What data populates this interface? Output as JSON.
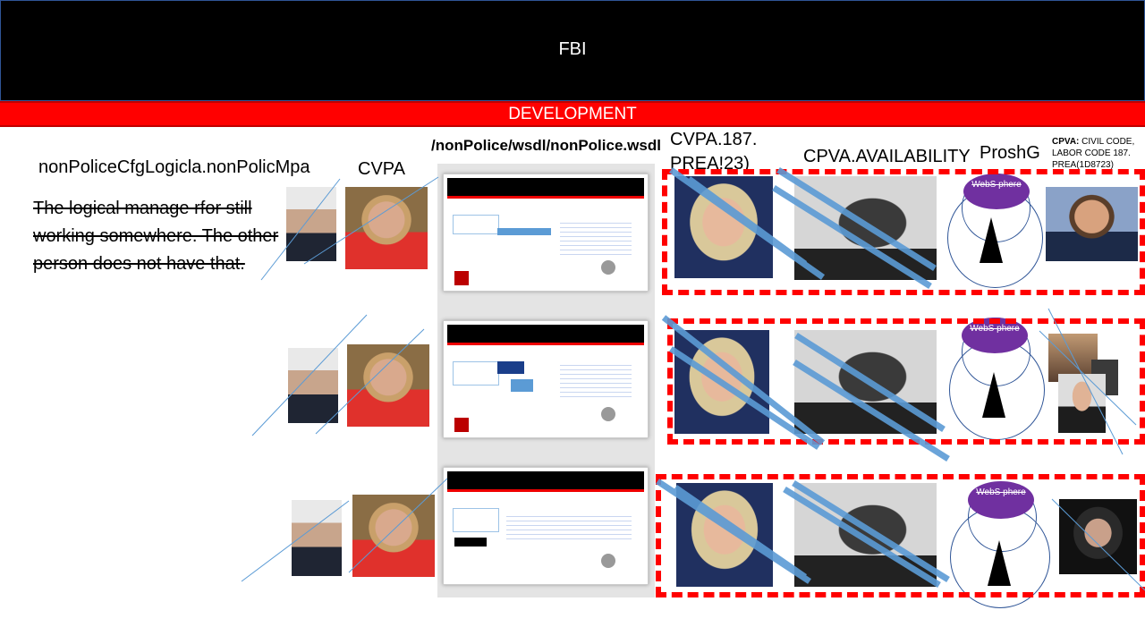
{
  "header": {
    "title": "FBI"
  },
  "subheader": {
    "title": "DEVELOPMENT"
  },
  "labels": {
    "config": "nonPoliceCfgLogicla.nonPolicMpa",
    "cvpa": "CVPA",
    "wsdl": "/nonPolice/wsdl/nonPolice.wsdl",
    "cvpa187_line1": "CVPA.187.",
    "cvpa187_line2": "PREA!23)",
    "availability": "CPVA.AVAILABILITY",
    "proshg": "ProshG",
    "cpva_bold": "CPVA:",
    "cpva_rest": " CIVIL CODE, LABOR CODE 187. PREA(1D8723)"
  },
  "note": "The logical manage rfor still working somewhere. The other person does not have that.",
  "websphere_label": "WebS phere",
  "colors": {
    "header_bg": "#000000",
    "dev_bar": "#ff0000",
    "dash": "#ff0000",
    "line": "#5b9bd5",
    "pill": "#7030a0"
  }
}
